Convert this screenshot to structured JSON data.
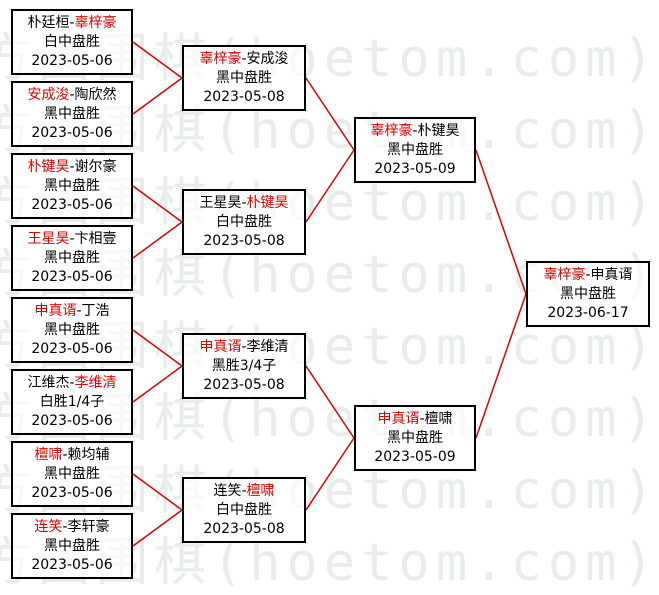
{
  "watermark": "方圆围棋(hoetom.com)",
  "colors": {
    "winner": "#e00000",
    "connector": "#e00000",
    "border": "#000000"
  },
  "rounds": [
    [
      {
        "p1": "朴廷桓",
        "p2": "辜梓豪",
        "winner": 2,
        "result": "白中盘胜",
        "date": "2023-05-06"
      },
      {
        "p1": "安成浚",
        "p2": "陶欣然",
        "winner": 1,
        "result": "黑中盘胜",
        "date": "2023-05-06"
      },
      {
        "p1": "朴键昊",
        "p2": "谢尔豪",
        "winner": 1,
        "result": "黑中盘胜",
        "date": "2023-05-06"
      },
      {
        "p1": "王星昊",
        "p2": "卞相壹",
        "winner": 1,
        "result": "黑中盘胜",
        "date": "2023-05-06"
      },
      {
        "p1": "申真谞",
        "p2": "丁浩",
        "winner": 1,
        "result": "黑中盘胜",
        "date": "2023-05-06"
      },
      {
        "p1": "江维杰",
        "p2": "李维清",
        "winner": 2,
        "result": "白胜1/4子",
        "date": "2023-05-06"
      },
      {
        "p1": "檀啸",
        "p2": "赖均辅",
        "winner": 1,
        "result": "黑中盘胜",
        "date": "2023-05-06"
      },
      {
        "p1": "连笑",
        "p2": "李轩豪",
        "winner": 1,
        "result": "黑中盘胜",
        "date": "2023-05-06"
      }
    ],
    [
      {
        "p1": "辜梓豪",
        "p2": "安成浚",
        "winner": 1,
        "result": "黑中盘胜",
        "date": "2023-05-08"
      },
      {
        "p1": "王星昊",
        "p2": "朴键昊",
        "winner": 2,
        "result": "白中盘胜",
        "date": "2023-05-08"
      },
      {
        "p1": "申真谞",
        "p2": "李维清",
        "winner": 1,
        "result": "黑胜3/4子",
        "date": "2023-05-08"
      },
      {
        "p1": "连笑",
        "p2": "檀啸",
        "winner": 2,
        "result": "白中盘胜",
        "date": "2023-05-08"
      }
    ],
    [
      {
        "p1": "辜梓豪",
        "p2": "朴键昊",
        "winner": 1,
        "result": "黑中盘胜",
        "date": "2023-05-09"
      },
      {
        "p1": "申真谞",
        "p2": "檀啸",
        "winner": 1,
        "result": "黑中盘胜",
        "date": "2023-05-09"
      }
    ],
    [
      {
        "p1": "辜梓豪",
        "p2": "申真谞",
        "winner": 1,
        "result": "黑中盘胜",
        "date": "2023-06-17"
      }
    ]
  ]
}
